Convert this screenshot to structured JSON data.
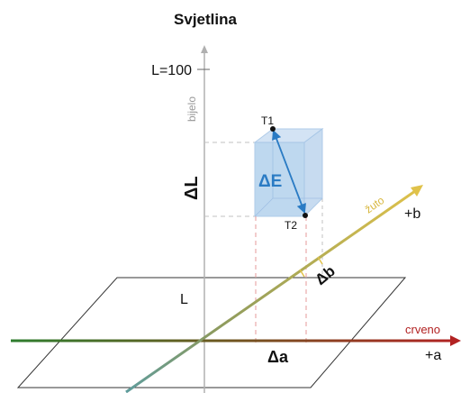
{
  "title": "Svjetlina",
  "labels": {
    "l100": "L=100",
    "bijelo": "bijelo",
    "delta_l": "ΔL",
    "delta_e": "ΔE",
    "t1": "T1",
    "t2": "T2",
    "zuto": "žuto",
    "plus_b": "+b",
    "delta_b": "Δb",
    "l": "L",
    "crveno": "crveno",
    "delta_a": "Δa",
    "plus_a": "+a"
  },
  "colors": {
    "red_axis": "#b22222",
    "green_axis": "#2e7d2e",
    "yellow_axis": "#e0c24a",
    "teal_axis": "#5f9c9c",
    "vertical_axis": "#b0b0b0",
    "delta_e": "#2a7bc4",
    "box_fill": "#b8d4ee",
    "box_stroke": "#a7c6e6",
    "guide_grey": "#c0c0c0",
    "guide_red": "#e59a9a"
  }
}
